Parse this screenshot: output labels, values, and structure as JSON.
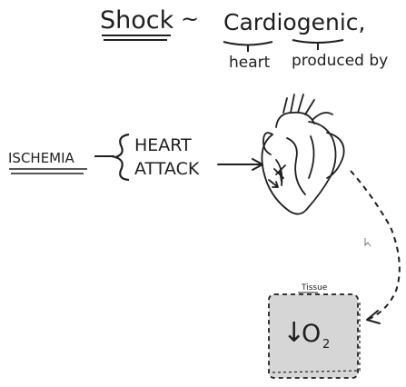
{
  "title": {
    "shock": "Shock",
    "separator": "~",
    "cardiogenic": "Cardiogenic,"
  },
  "subtitle": {
    "heart": "heart",
    "produced_by": "produced by"
  },
  "flow": {
    "ischemia": "ISCHEMIA",
    "heart_line1": "HEART",
    "heart_line2": "ATTACK"
  },
  "tissue_box": {
    "label": "Tissue",
    "o2": "O",
    "o2_sub": "2",
    "arrow": "↓"
  },
  "colors": {
    "ink": "#1f1f1f",
    "tissue_fill": "#d6d6d6",
    "background": "#ffffff"
  }
}
